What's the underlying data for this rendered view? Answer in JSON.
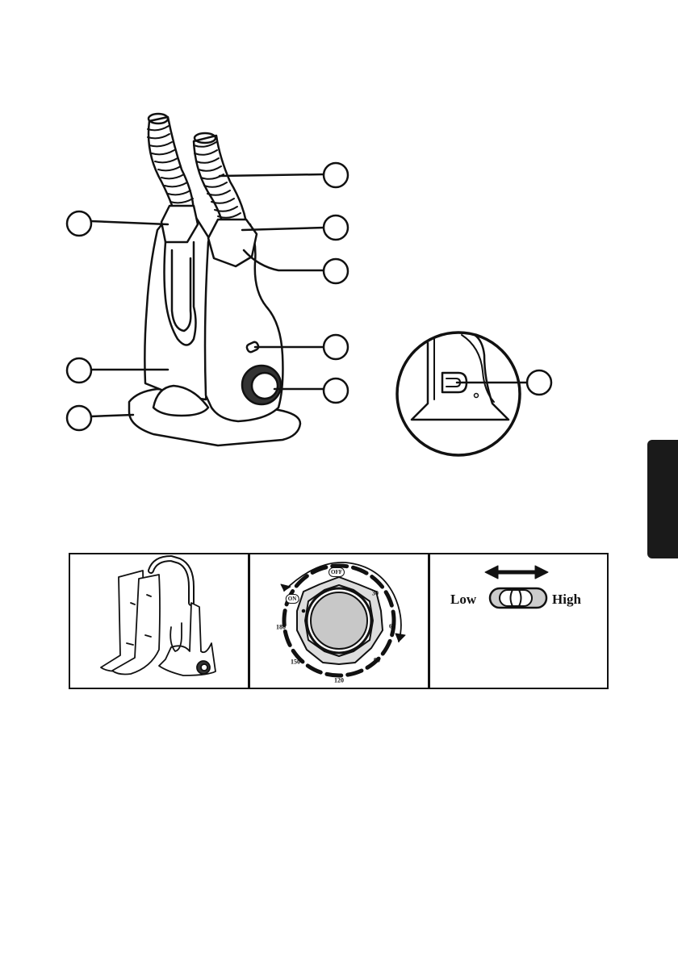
{
  "dial": {
    "on_label": "ON",
    "off_label": "OFF",
    "scale": [
      "30",
      "60",
      "90",
      "120",
      "150",
      "180"
    ]
  },
  "switch": {
    "low_label": "Low",
    "high_label": "High"
  },
  "callouts": {
    "count_main": 8,
    "count_detail": 1
  }
}
